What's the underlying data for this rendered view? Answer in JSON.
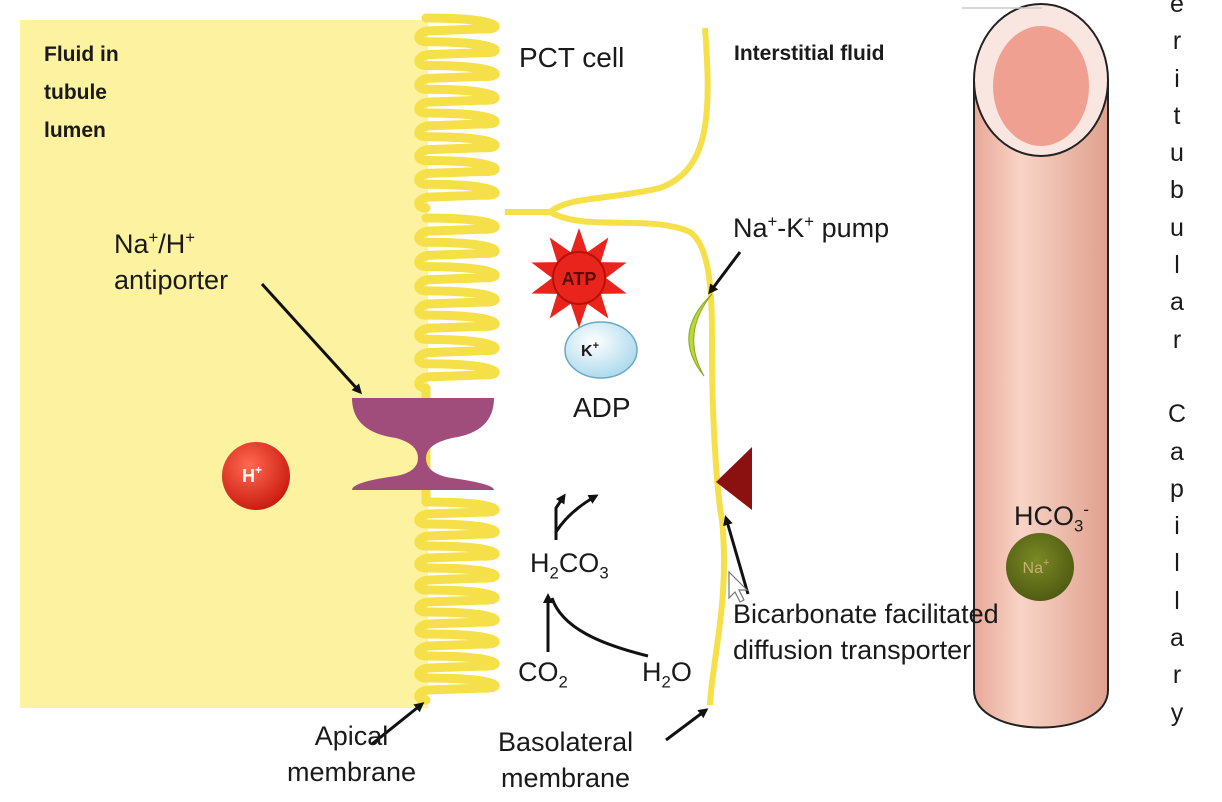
{
  "labels": {
    "lumen": "Fluid in\ntubule\nlumen",
    "pct_cell": "PCT cell",
    "interstitial": "Interstitial fluid",
    "antiporter_line1_base": "Na",
    "antiporter_line1_sup1": "+",
    "antiporter_line1_mid": "/H",
    "antiporter_line1_sup2": "+",
    "antiporter_line2": "antiporter",
    "pump_na": "Na",
    "pump_sup1": "+",
    "pump_k": "-K",
    "pump_sup2": "+",
    "pump_word": " pump",
    "adp": "ADP",
    "h2co3_h": "H",
    "h2co3_2": "2",
    "h2co3_co": "CO",
    "h2co3_3": "3",
    "co2_co": "CO",
    "co2_2": "2",
    "h2o_h": "H",
    "h2o_2": "2",
    "h2o_o": "O",
    "bicarb_line1": "Bicarbonate facilitated",
    "bicarb_line2": "diffusion transporter",
    "apical_line1": "Apical",
    "apical_line2": "membrane",
    "basolateral_line1": "Basolateral",
    "basolateral_line2": "membrane",
    "hco3_base": "HCO",
    "hco3_sub": "3",
    "hco3_sup": "-",
    "capillary_vertical": "e\nr\ni\nt\nu\nb\nu\nl\na\nr\n\nC\na\np\ni\nl\nl\na\nr\ny"
  },
  "ions": {
    "atp": "ATP",
    "k": "K",
    "k_sup": "+",
    "h": "H",
    "h_sup": "+",
    "na": "Na",
    "na_sup": "+"
  },
  "colors": {
    "lumen_fill": "#fcf2a0",
    "membrane": "#f5e04a",
    "atp": "#e8241c",
    "k_ion": "#bfe8f8",
    "h_ion": "#e8281c",
    "na_ion": "#5e6b1a",
    "antiporter": "#a14d7c",
    "pump": "#b8d838",
    "bicarb_transporter": "#8b1010",
    "capillary": "#f2c2b0",
    "capillary_lumen": "#f0a090"
  }
}
